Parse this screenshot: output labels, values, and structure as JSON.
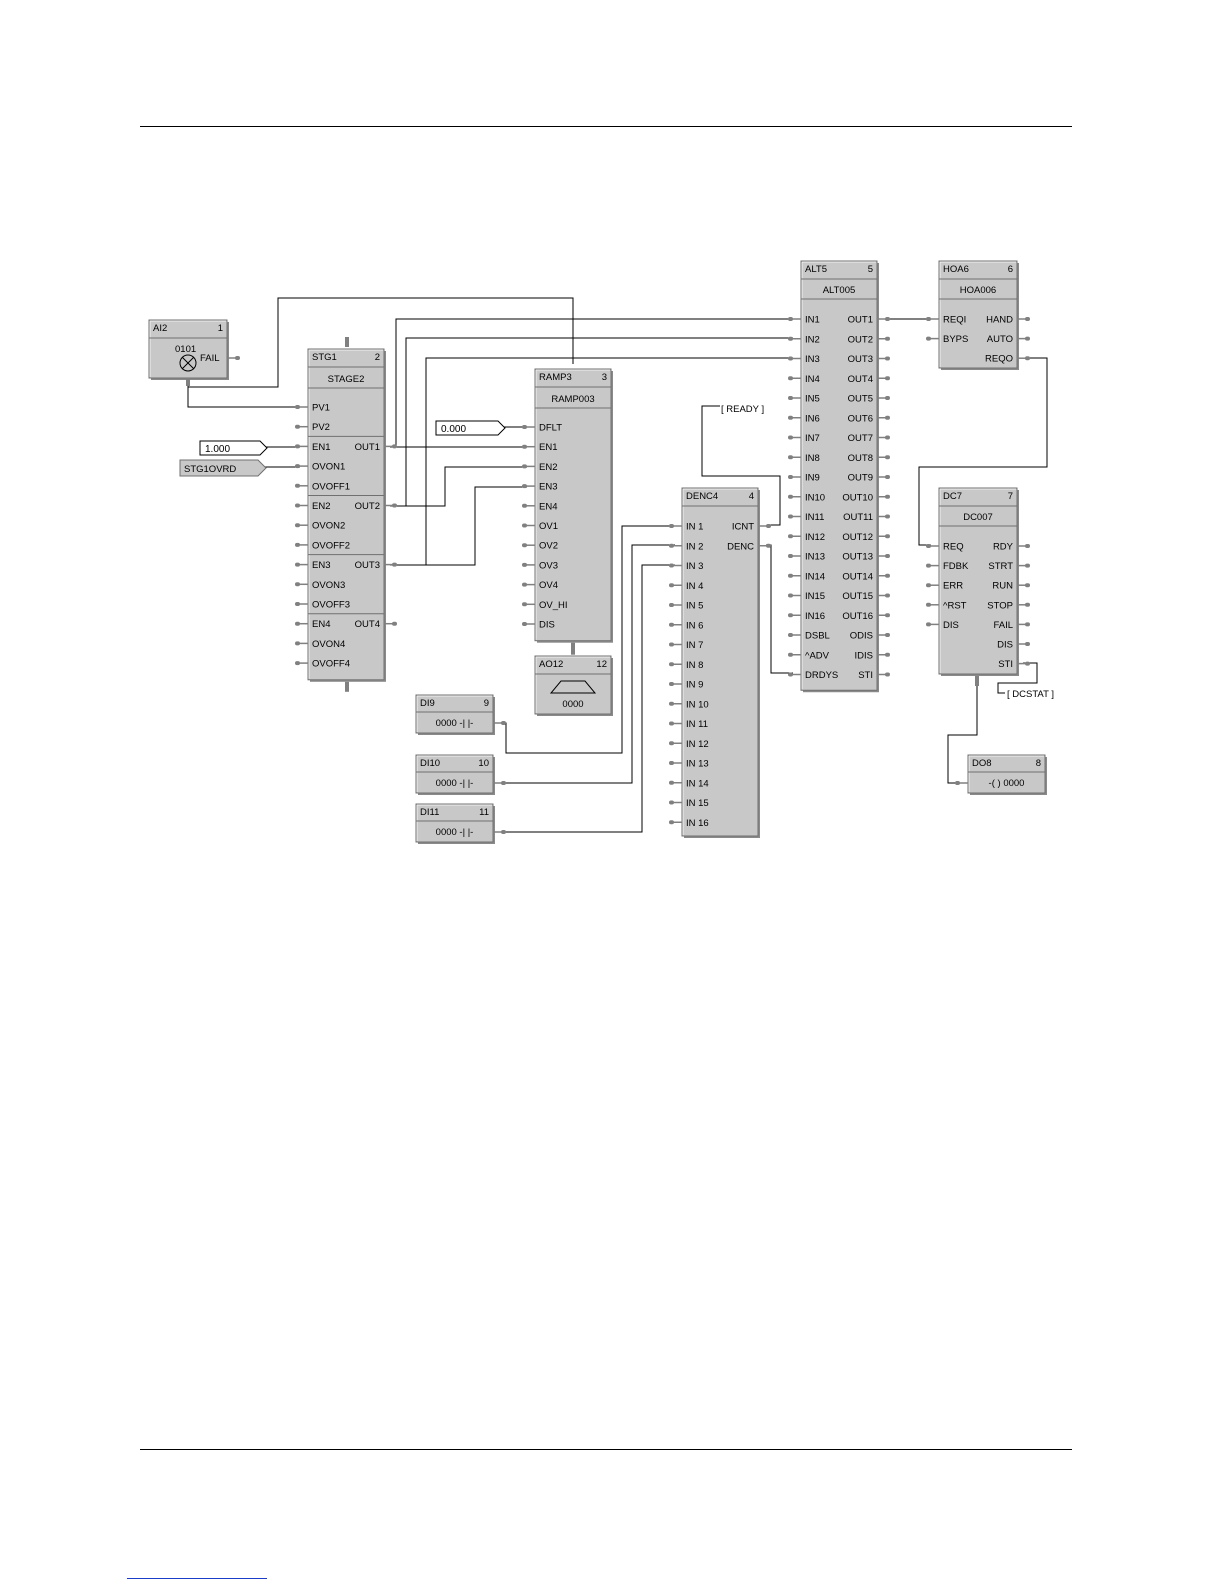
{
  "colors": {
    "block_fill": "#c8c8c8",
    "block_border": "#707070",
    "wire": "#000000",
    "pin": "#808080"
  },
  "blocks": {
    "ai2": {
      "name": "AI2",
      "num": "1",
      "center": "0101",
      "fail": "FAIL"
    },
    "stg1": {
      "name": "STG1",
      "num": "2",
      "tag": "STAGE2",
      "inputs": [
        "PV1",
        "PV2",
        "EN1",
        "OVON1",
        "OVOFF1",
        "EN2",
        "OVON2",
        "OVOFF2",
        "EN3",
        "OVON3",
        "OVOFF3",
        "EN4",
        "OVON4",
        "OVOFF4"
      ],
      "outputs": [
        "OUT1",
        "OUT2",
        "OUT3",
        "OUT4"
      ]
    },
    "ramp3": {
      "name": "RAMP3",
      "num": "3",
      "tag": "RAMP003",
      "inputs": [
        "DFLT",
        "EN1",
        "EN2",
        "EN3",
        "EN4",
        "OV1",
        "OV2",
        "OV3",
        "OV4",
        "OV_HI",
        "DIS"
      ]
    },
    "ao12": {
      "name": "AO12",
      "num": "12",
      "value": "0000"
    },
    "denc4": {
      "name": "DENC4",
      "num": "4",
      "inputs": [
        "IN 1",
        "IN 2",
        "IN 3",
        "IN 4",
        "IN 5",
        "IN 6",
        "IN 7",
        "IN 8",
        "IN 9",
        "IN 10",
        "IN 11",
        "IN 12",
        "IN 13",
        "IN 14",
        "IN 15",
        "IN 16"
      ],
      "outputs": [
        "ICNT",
        "DENC"
      ]
    },
    "alt5": {
      "name": "ALT5",
      "num": "5",
      "tag": "ALT005",
      "inputs": [
        "IN1",
        "IN2",
        "IN3",
        "IN4",
        "IN5",
        "IN6",
        "IN7",
        "IN8",
        "IN9",
        "IN10",
        "IN11",
        "IN12",
        "IN13",
        "IN14",
        "IN15",
        "IN16",
        "DSBL",
        "^ADV",
        "DRDYS"
      ],
      "outputs": [
        "OUT1",
        "OUT2",
        "OUT3",
        "OUT4",
        "OUT5",
        "OUT6",
        "OUT7",
        "OUT8",
        "OUT9",
        "OUT10",
        "OUT11",
        "OUT12",
        "OUT13",
        "OUT14",
        "OUT15",
        "OUT16",
        "ODIS",
        "IDIS",
        "STI"
      ]
    },
    "hoa6": {
      "name": "HOA6",
      "num": "6",
      "tag": "HOA006",
      "inputs": [
        "REQI",
        "BYPS"
      ],
      "outputs": [
        "HAND",
        "AUTO",
        "REQO"
      ]
    },
    "dc7": {
      "name": "DC7",
      "num": "7",
      "tag": "DC007",
      "inputs": [
        "REQ",
        "FDBK",
        "ERR",
        "^RST",
        "DIS"
      ],
      "outputs": [
        "RDY",
        "STRT",
        "RUN",
        "STOP",
        "FAIL",
        "DIS",
        "STI"
      ]
    },
    "do8": {
      "name": "DO8",
      "num": "8",
      "value": "-( ) 0000"
    },
    "di9": {
      "name": "DI9",
      "num": "9",
      "value": "0000 -| |-"
    },
    "di10": {
      "name": "DI10",
      "num": "10",
      "value": "0000 -| |-"
    },
    "di11": {
      "name": "DI11",
      "num": "11",
      "value": "0000 -| |-"
    }
  },
  "constants": {
    "c1": "1.000",
    "c2": "0.000"
  },
  "tags": {
    "stg_ovrd": "STG1OVRD",
    "ready": "[ READY ]",
    "dcstat": "[ DCSTAT ]"
  }
}
